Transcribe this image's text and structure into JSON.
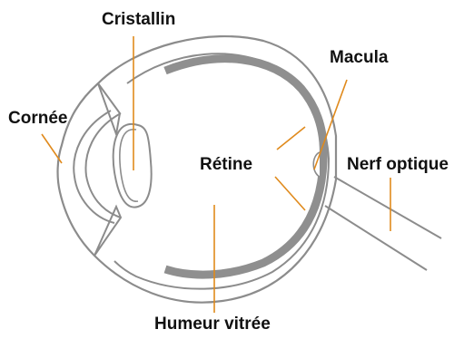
{
  "labels": {
    "cristallin": "Cristallin",
    "cornee": "Cornée",
    "macula": "Macula",
    "retine": "Rétine",
    "nerf_optique": "Nerf optique",
    "humeur_vitree": "Humeur vitrée"
  },
  "colors": {
    "outline": "#8c8c8c",
    "retina": "#8f8f8f",
    "leader": "#e08a1c",
    "text": "#111111",
    "background": "#ffffff"
  }
}
